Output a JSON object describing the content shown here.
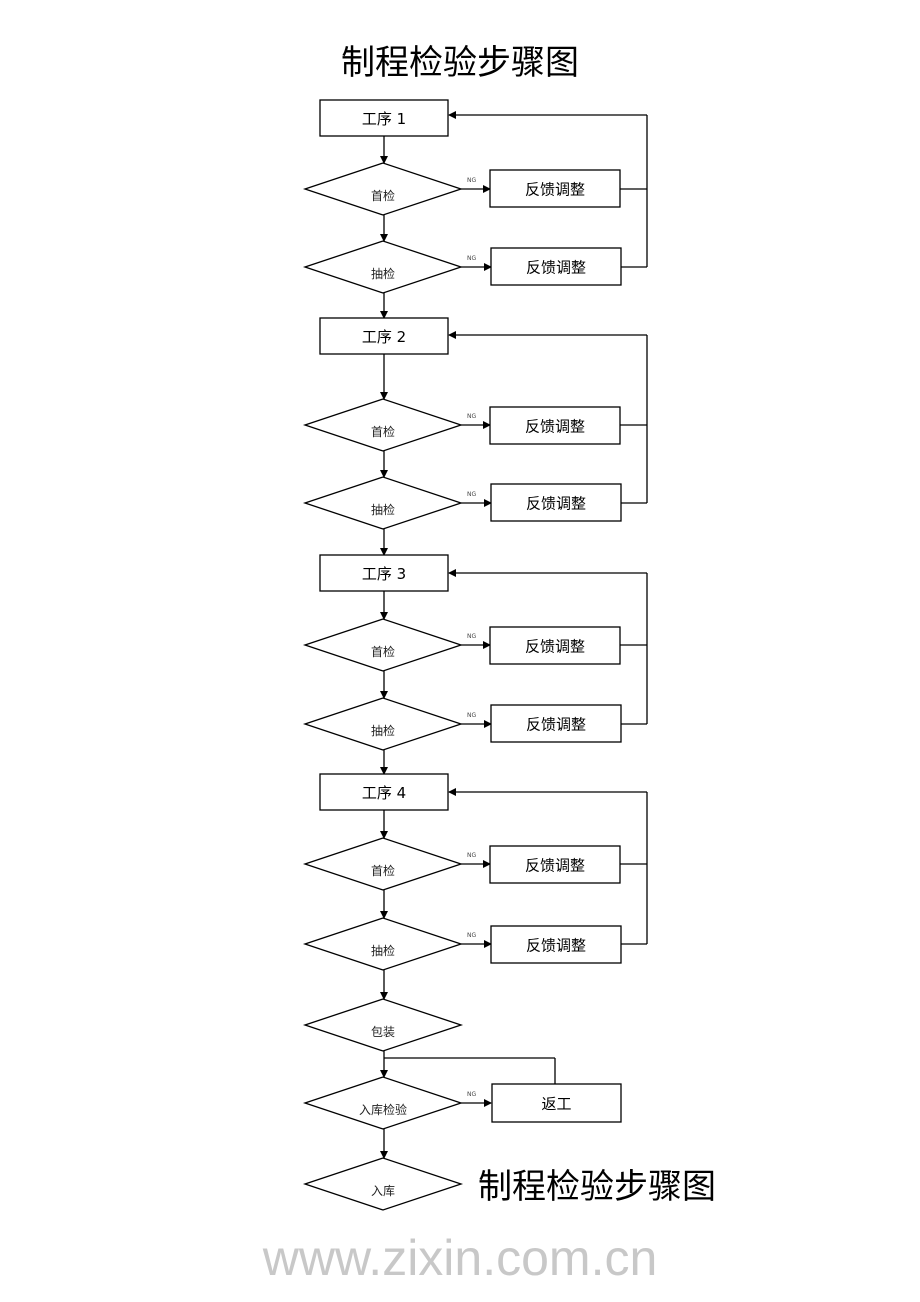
{
  "title": "制程检验步骤图",
  "watermark": "www.zixin.com.cn",
  "ng_label": "NG",
  "processes": [
    {
      "label": "工序 1",
      "first_check": "首检",
      "sample_check": "抽检",
      "feedback_1": "反馈调整",
      "feedback_2": "反馈调整"
    },
    {
      "label": "工序 2",
      "first_check": "首检",
      "sample_check": "抽检",
      "feedback_1": "反馈调整",
      "feedback_2": "反馈调整"
    },
    {
      "label": "工序 3",
      "first_check": "首检",
      "sample_check": "抽检",
      "feedback_1": "反馈调整",
      "feedback_2": "反馈调整"
    },
    {
      "label": "工序 4",
      "first_check": "首检",
      "sample_check": "抽检",
      "feedback_1": "反馈调整",
      "feedback_2": "反馈调整"
    }
  ],
  "final": {
    "packing": "包装",
    "storage_check": "入库检验",
    "rework": "返工",
    "storage": "入库"
  },
  "footer_title": "制程检验步骤图"
}
